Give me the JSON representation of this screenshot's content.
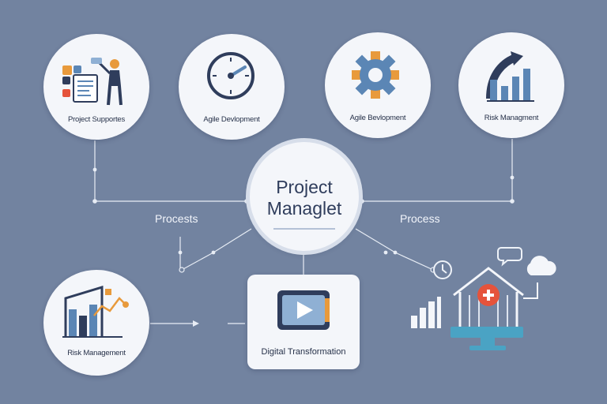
{
  "center": {
    "title": "Project\nManaglet"
  },
  "nodes": [
    {
      "id": "n1",
      "label": "Project Supportes",
      "icon": "workspace-person-icon"
    },
    {
      "id": "n2",
      "label": "Agile Devlopment",
      "icon": "clock-gauge-icon"
    },
    {
      "id": "n3",
      "label": "Agile Bevlopment",
      "icon": "gear-icon"
    },
    {
      "id": "n4",
      "label": "Risk Managment",
      "icon": "bar-chart-arrow-icon"
    },
    {
      "id": "n5",
      "label": "Risk Management",
      "icon": "building-chart-icon"
    }
  ],
  "card": {
    "label": "Digital Transformation",
    "icon": "video-play-icon"
  },
  "flow_labels": {
    "left": "Procests",
    "right": "Process"
  },
  "extras": [
    "clock-icon",
    "chat-bubble-icon",
    "cloud-icon",
    "bar-chart-icon",
    "house-medical-icon"
  ],
  "colors": {
    "background": "#7283a0",
    "node_fill": "#f4f6fa",
    "navy": "#2f3d5c",
    "blue": "#5b86b5",
    "orange": "#e89a3c",
    "red": "#e5533b",
    "teal": "#4aa3c4"
  }
}
